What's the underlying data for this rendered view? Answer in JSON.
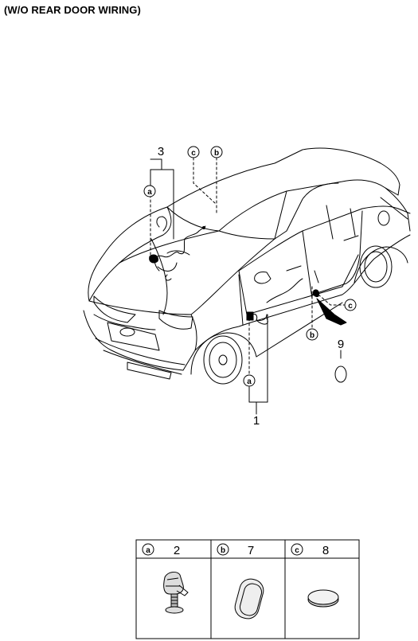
{
  "title": "(W/O REAR DOOR WIRING)",
  "callouts": {
    "part_1": "1",
    "part_3": "3",
    "part_9": "9",
    "circle_a": "a",
    "circle_b": "b",
    "circle_c": "c"
  },
  "legend": {
    "columns": [
      {
        "letter": "a",
        "part": "2",
        "icon": "grommet-connector-icon"
      },
      {
        "letter": "b",
        "part": "7",
        "icon": "oval-grommet-icon"
      },
      {
        "letter": "c",
        "part": "8",
        "icon": "round-plug-icon"
      }
    ]
  }
}
